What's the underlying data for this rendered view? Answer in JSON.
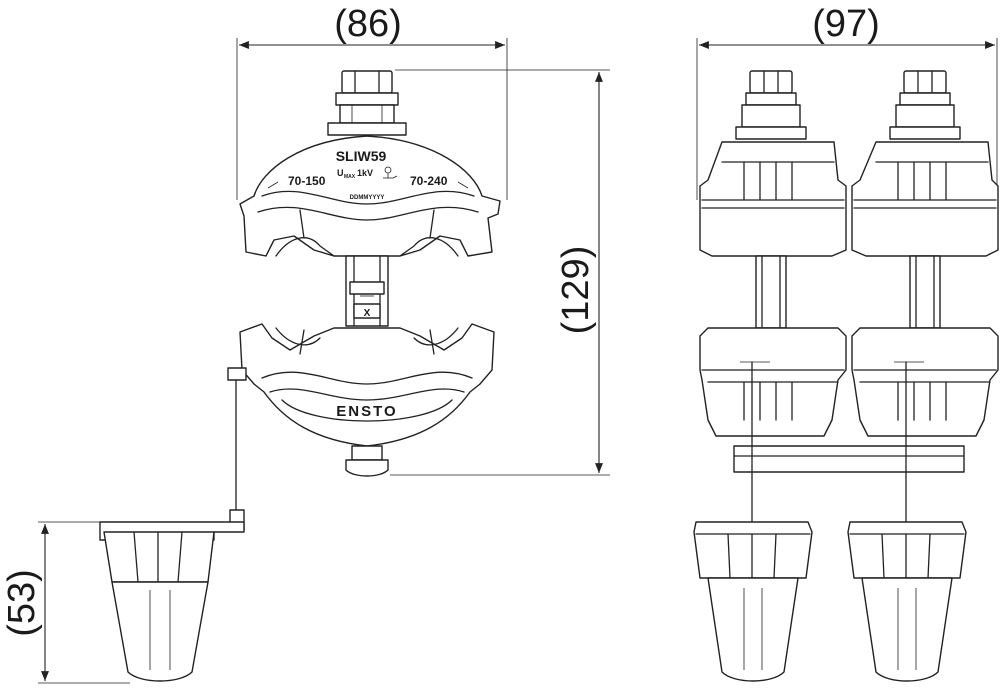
{
  "dimensions": {
    "width_left": "(86)",
    "width_right": "(97)",
    "height": "(129)",
    "cap_height": "(53)"
  },
  "connector_labels": {
    "model": "SLIW59",
    "voltage": "U",
    "voltage_sub": "MAX",
    "voltage_value": "1kV",
    "range_left": "70-150",
    "range_right": "70-240",
    "date_code": "DDMMYYYY",
    "brand": "ENSTO",
    "marker": "X"
  }
}
